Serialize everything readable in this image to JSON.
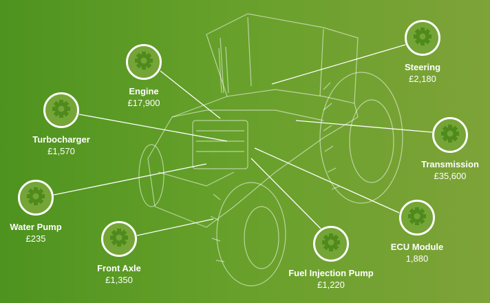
{
  "components": [
    {
      "name": "Engine",
      "price": "£17,900",
      "icon": "gear-icon"
    },
    {
      "name": "Turbocharger",
      "price": "£1,570",
      "icon": "gear-icon"
    },
    {
      "name": "Water Pump",
      "price": "£235",
      "icon": "gear-icon"
    },
    {
      "name": "Front Axle",
      "price": "£1,350",
      "icon": "gear-icon"
    },
    {
      "name": "Fuel Injection Pump",
      "price": "£1,220",
      "icon": "gear-icon"
    },
    {
      "name": "ECU Module",
      "price": "1,880",
      "icon": "gear-icon"
    },
    {
      "name": "Transmission",
      "price": "£35,600",
      "icon": "gear-icon"
    },
    {
      "name": "Steering",
      "price": "£2,180",
      "icon": "gear-icon"
    }
  ],
  "colors": {
    "gear": "#4f8a1c",
    "circle_fill": "#74a536",
    "line": "#ffffff"
  }
}
